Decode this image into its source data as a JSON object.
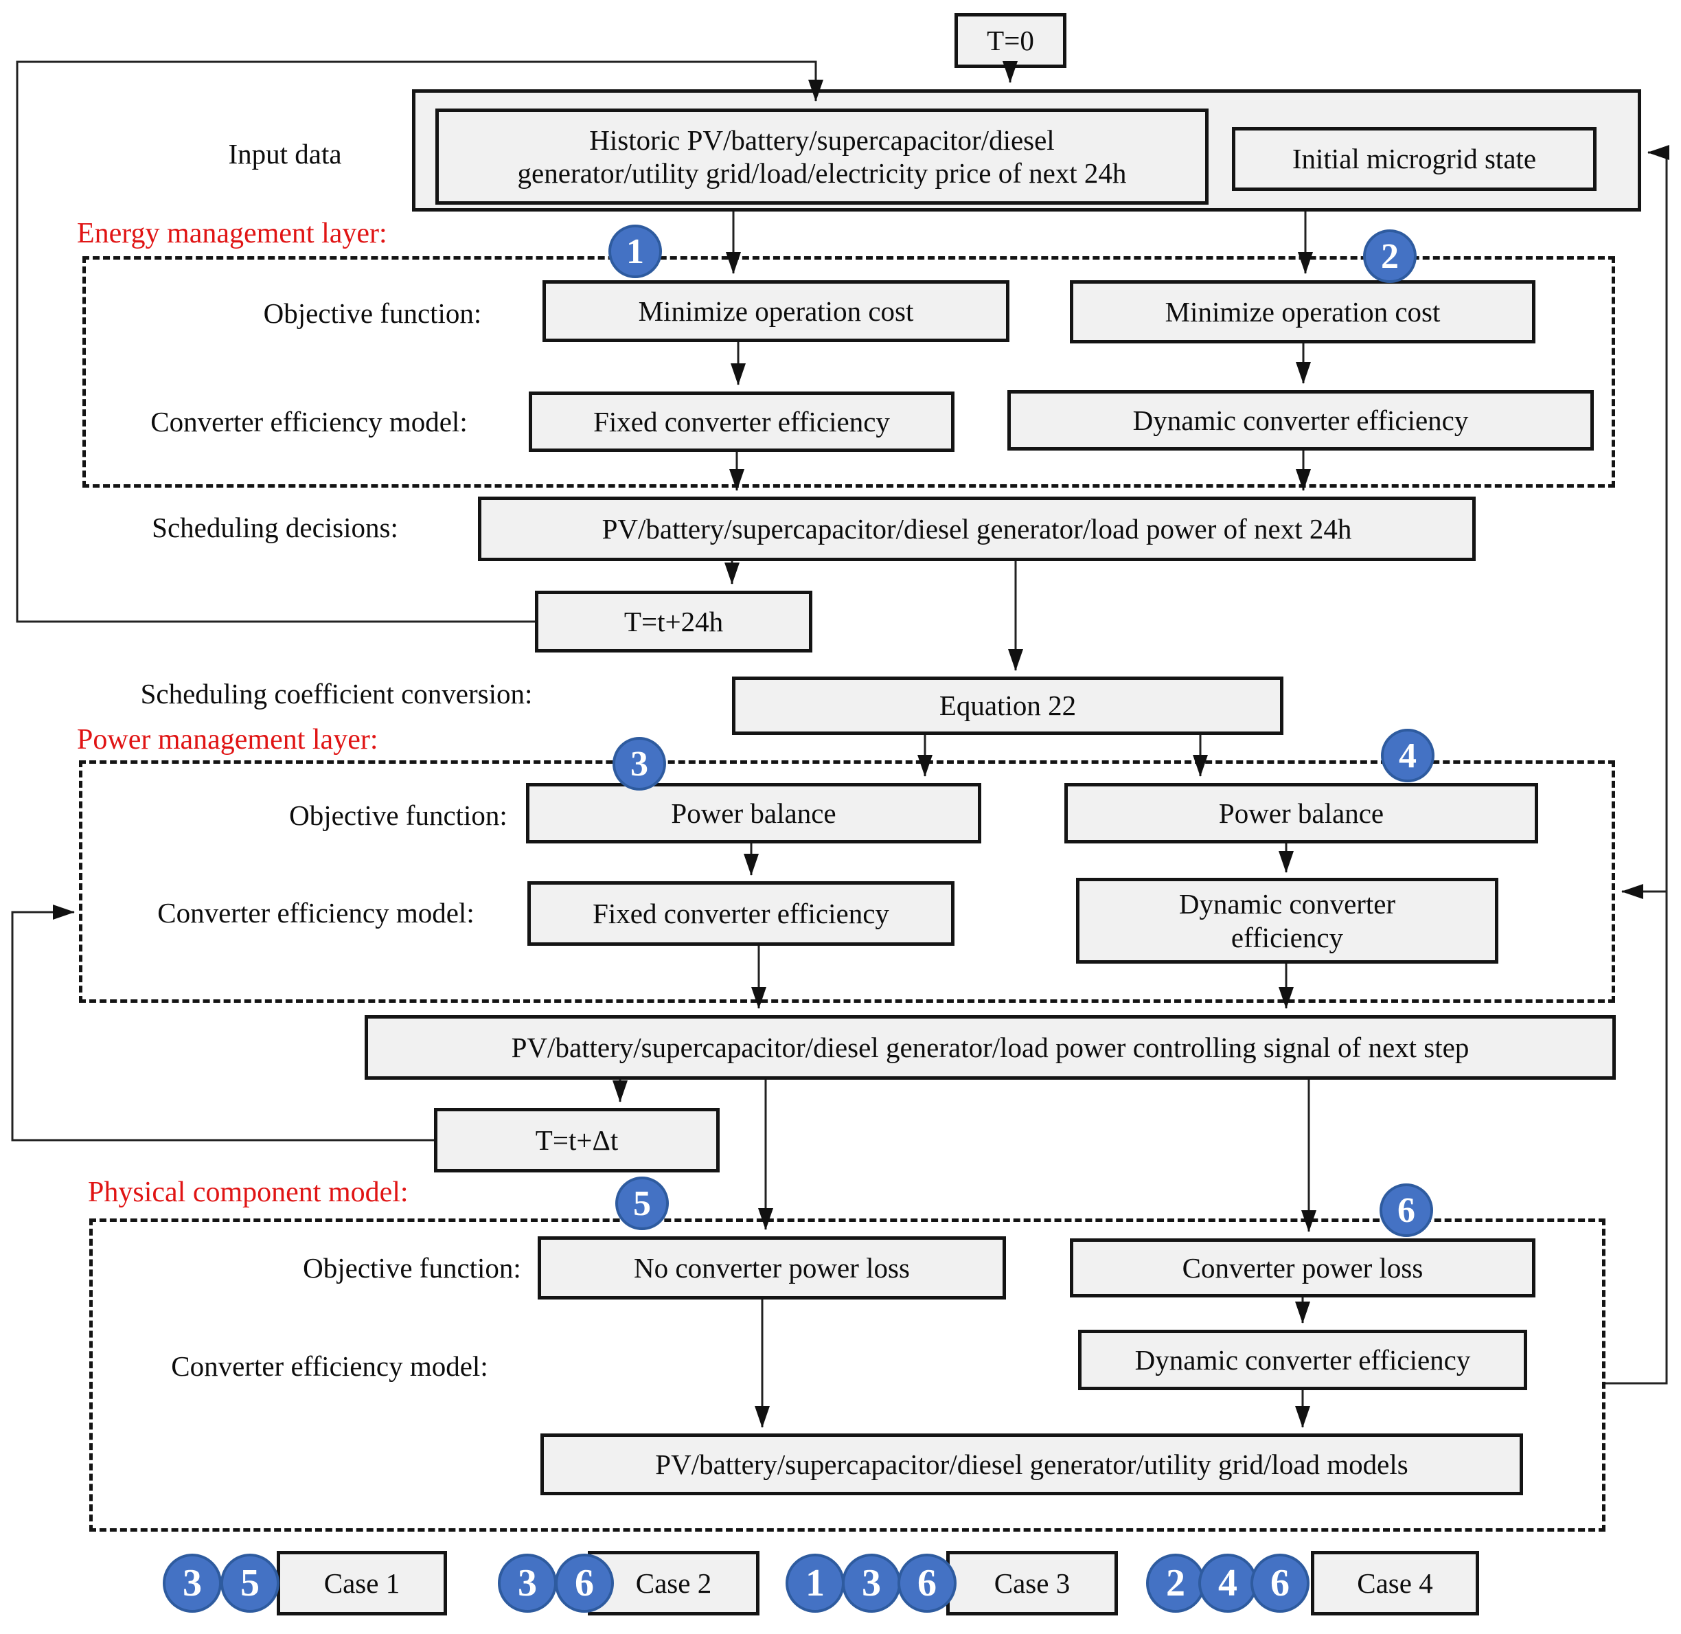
{
  "labels": {
    "input_data": "Input data",
    "objective": "Objective function:",
    "converter_model": "Converter  efficiency model:",
    "scheduling_decisions": "Scheduling decisions:",
    "coeff_conversion": "Scheduling coefficient conversion:",
    "energy_layer": "Energy management layer:",
    "power_layer": "Power management layer:",
    "physical_model": "Physical component model:"
  },
  "boxes": {
    "t0": "T=0",
    "historic_line1": "Historic PV/battery/supercapacitor/diesel",
    "historic_line2": "generator/utility grid/load/electricity price of next 24h",
    "initial_state": "Initial microgrid state",
    "minimize_cost_left": "Minimize operation cost",
    "minimize_cost_right": "Minimize operation cost",
    "fixed_efficiency_energy": "Fixed converter efficiency",
    "dynamic_efficiency_energy": "Dynamic converter efficiency",
    "scheduling": "PV/battery/supercapacitor/diesel generator/load power of next 24h",
    "t_plus_24h": "T=t+24h",
    "equation": "Equation 22",
    "power_balance_left": "Power balance",
    "power_balance_right": "Power balance",
    "fixed_efficiency_power": "Fixed converter efficiency",
    "dynamic_efficiency_power_line1": "Dynamic converter",
    "dynamic_efficiency_power_line2": "efficiency",
    "control_signal": "PV/battery/supercapacitor/diesel generator/load power controlling signal of next step",
    "t_plus_dt": "T=t+Δt",
    "no_converter_loss": "No converter power loss",
    "converter_loss": "Converter power loss",
    "dynamic_efficiency_physical": "Dynamic converter efficiency",
    "models": "PV/battery/supercapacitor/diesel generator/utility grid/load models"
  },
  "step_circles": {
    "one": "1",
    "two": "2",
    "three": "3",
    "four": "4",
    "five": "5",
    "six": "6"
  },
  "cases": [
    {
      "label": "Case 1",
      "steps": [
        "3",
        "5"
      ]
    },
    {
      "label": "Case 2",
      "steps": [
        "3",
        "6"
      ]
    },
    {
      "label": "Case 3",
      "steps": [
        "1",
        "3",
        "6"
      ]
    },
    {
      "label": "Case 4",
      "steps": [
        "2",
        "4",
        "6"
      ]
    }
  ],
  "colors": {
    "circle_blue": "#4472c4",
    "circle_ring": "#2e5b9f",
    "red_label": "#e01414",
    "box_fill": "#f1f1f1",
    "line": "#1a1a1a"
  }
}
